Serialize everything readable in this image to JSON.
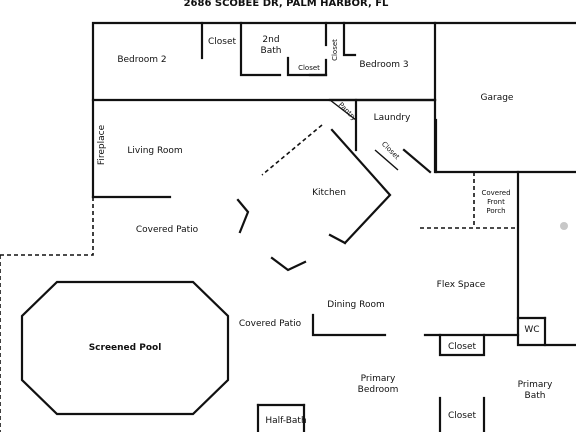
{
  "title": "2686 SCOBEE DR, PALM HARBOR, FL",
  "rooms": {
    "closet_top_left": "Closet",
    "second_bath": [
      "2nd",
      "Bath"
    ],
    "closet_in_bath": "Closet",
    "closet_vertical": "Closet",
    "bedroom_2": "Bedroom 2",
    "bedroom_3": "Bedroom 3",
    "garage": "Garage",
    "pantry": "Pantry",
    "laundry": "Laundry",
    "closet_diagonal": "Closet",
    "fireplace": "Fireplace",
    "living_room": "Living Room",
    "kitchen": "Kitchen",
    "covered_front_porch": [
      "Covered",
      "Front",
      "Porch"
    ],
    "covered_patio_left": "Covered Patio",
    "dining_room": "Dining Room",
    "flex_space": "Flex Space",
    "screened_pool": "Screened Pool",
    "covered_patio_center": "Covered Patio",
    "wc": "WC",
    "closet_primary_1": "Closet",
    "primary_bedroom": [
      "Primary",
      "Bedroom"
    ],
    "primary_bath": [
      "Primary",
      "Bath"
    ],
    "half_bath": "Half-Bath",
    "closet_primary_2": "Closet"
  }
}
